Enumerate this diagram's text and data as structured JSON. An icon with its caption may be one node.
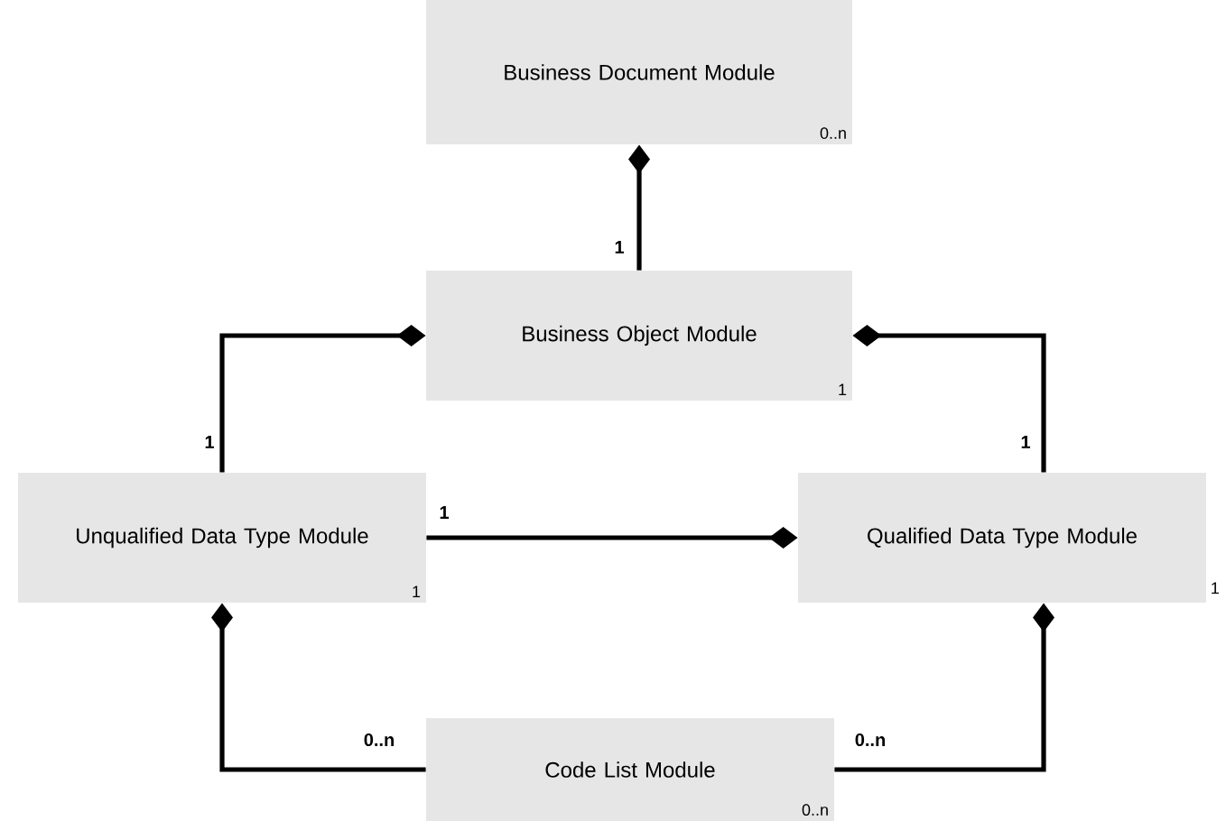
{
  "diagram": {
    "nodes": [
      {
        "text": [
          "Business Document Module",
          "0..n"
        ]
      },
      {
        "text": [
          "Business Object Module",
          "1"
        ]
      },
      {
        "text": [
          "Unqualified Data Type Module",
          "1"
        ]
      },
      {
        "text": [
          "Qualified Data Type Module"
        ],
        "beside": [
          "1"
        ]
      },
      {
        "text": [
          "Code List Module",
          "0..n"
        ]
      }
    ],
    "edges": [
      {
        "from": 1,
        "to": 0,
        "arrow": "other",
        "label": "1"
      },
      {
        "from": 2,
        "to": 1,
        "arrow": "other",
        "label": "1"
      },
      {
        "from": 3,
        "to": 1,
        "arrow": "other",
        "label": "1"
      },
      {
        "from": 2,
        "to": 3,
        "arrow": "other",
        "label": "1"
      },
      {
        "from": 4,
        "to": 2,
        "arrow": "other",
        "label": "0..n"
      },
      {
        "from": 4,
        "to": 3,
        "arrow": "other",
        "label": "0..n"
      }
    ]
  }
}
